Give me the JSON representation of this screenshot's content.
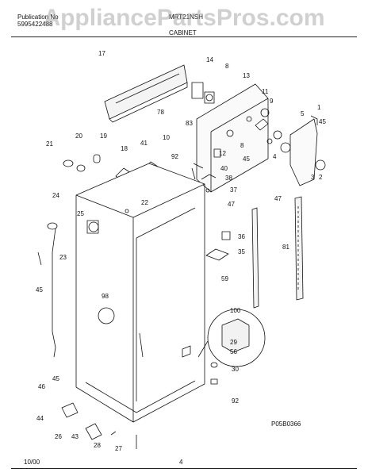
{
  "header": {
    "publication_label": "Publication No",
    "publication_number": "5995422488",
    "model": "MRT21NSH",
    "section": "CABINET"
  },
  "watermark": "AppliancePartsPros.com",
  "diagram_code": "P05B0366",
  "footer": {
    "date": "10/00",
    "page": "4"
  },
  "callouts": [
    "17",
    "14",
    "8",
    "13",
    "78",
    "83",
    "11",
    "9",
    "1",
    "45",
    "5",
    "12",
    "10",
    "8",
    "45",
    "4",
    "3",
    "2",
    "21",
    "20",
    "19",
    "18",
    "41",
    "92",
    "40",
    "38",
    "37",
    "24",
    "22",
    "47",
    "47",
    "25",
    "36",
    "35",
    "59",
    "81",
    "23",
    "45",
    "98",
    "100",
    "29",
    "56",
    "30",
    "92",
    "45",
    "46",
    "44",
    "26",
    "43",
    "28",
    "27"
  ]
}
